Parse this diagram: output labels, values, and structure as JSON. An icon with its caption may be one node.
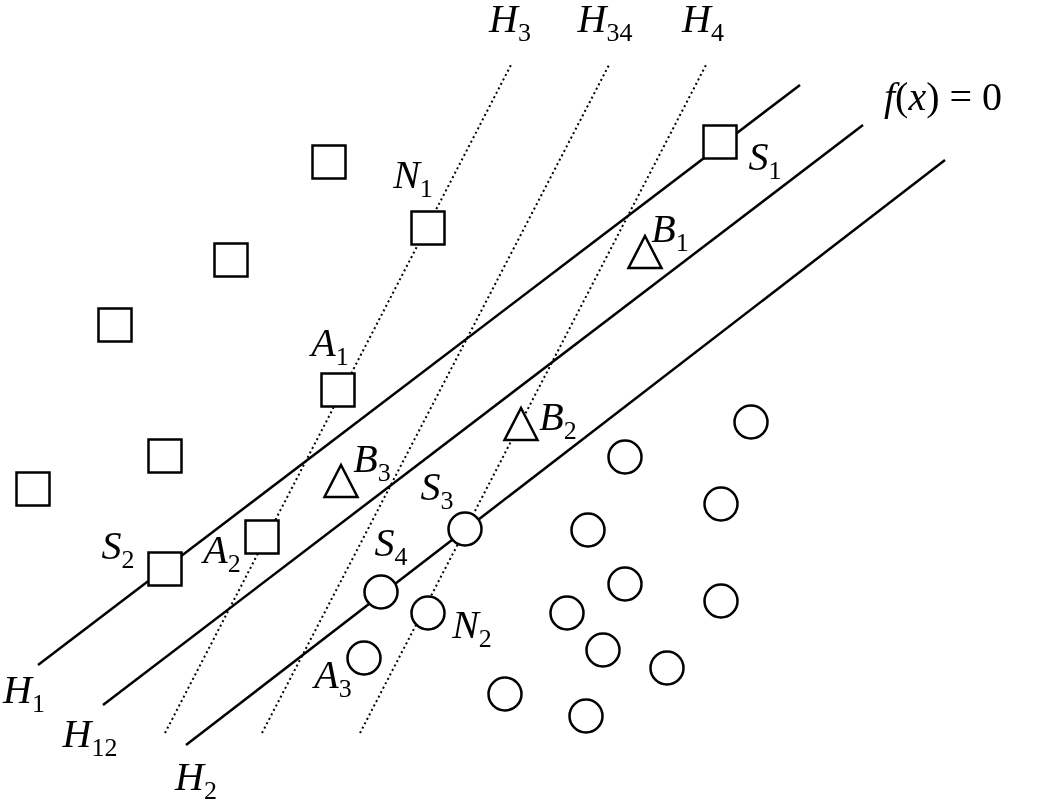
{
  "diagram": {
    "nodes": [
      {
        "text": [],
        "shape": "box",
        "beside": [
          "S$_{1}$"
        ]
      },
      {
        "text": [],
        "shape": "box"
      },
      {
        "text": [],
        "shape": "box",
        "beside": [
          "N$_{1}$"
        ]
      },
      {
        "text": [],
        "shape": "triangle",
        "beside": [
          "B$_{1}$"
        ]
      },
      {
        "text": [],
        "shape": "box"
      },
      {
        "text": [],
        "shape": "box"
      },
      {
        "text": [],
        "shape": "box",
        "beside": [
          "A$_{1}$"
        ]
      },
      {
        "text": [],
        "shape": "circle"
      },
      {
        "text": [],
        "shape": "triangle",
        "beside": [
          "B$_{2}$"
        ]
      },
      {
        "text": [],
        "shape": "box"
      },
      {
        "text": [],
        "shape": "circle"
      },
      {
        "text": [],
        "shape": "triangle",
        "beside": [
          "B$_{3}$"
        ]
      },
      {
        "text": [],
        "shape": "box"
      },
      {
        "text": [],
        "shape": "circle"
      },
      {
        "text": [],
        "shape": "circle",
        "beside": [
          "S$_{3}$"
        ]
      },
      {
        "text": [],
        "shape": "circle"
      },
      {
        "text": [],
        "shape": "box",
        "beside": [
          "A$_{2}$"
        ]
      },
      {
        "text": [],
        "shape": "box",
        "beside": [
          "S$_{2}$"
        ]
      },
      {
        "text": [],
        "shape": "circle"
      },
      {
        "text": [],
        "shape": "circle",
        "beside": [
          "S$_{4}$"
        ]
      },
      {
        "text": [],
        "shape": "circle"
      },
      {
        "text": [],
        "shape": "circle",
        "beside": [
          "N$_{2}$"
        ]
      },
      {
        "text": [],
        "shape": "circle"
      },
      {
        "text": [],
        "shape": "circle"
      },
      {
        "text": [],
        "shape": "circle",
        "beside": [
          "A$_{3}$"
        ]
      },
      {
        "text": [],
        "shape": "circle"
      },
      {
        "text": [],
        "shape": "circle"
      },
      {
        "text": [],
        "shape": "circle"
      }
    ],
    "labels": [
      "H$_{3}$",
      "H$_{34}$",
      "H$_{4}$",
      "*f*(*x*) = 0",
      "H$_{1}$",
      "H$_{12}$",
      "H$_{2}$"
    ]
  }
}
